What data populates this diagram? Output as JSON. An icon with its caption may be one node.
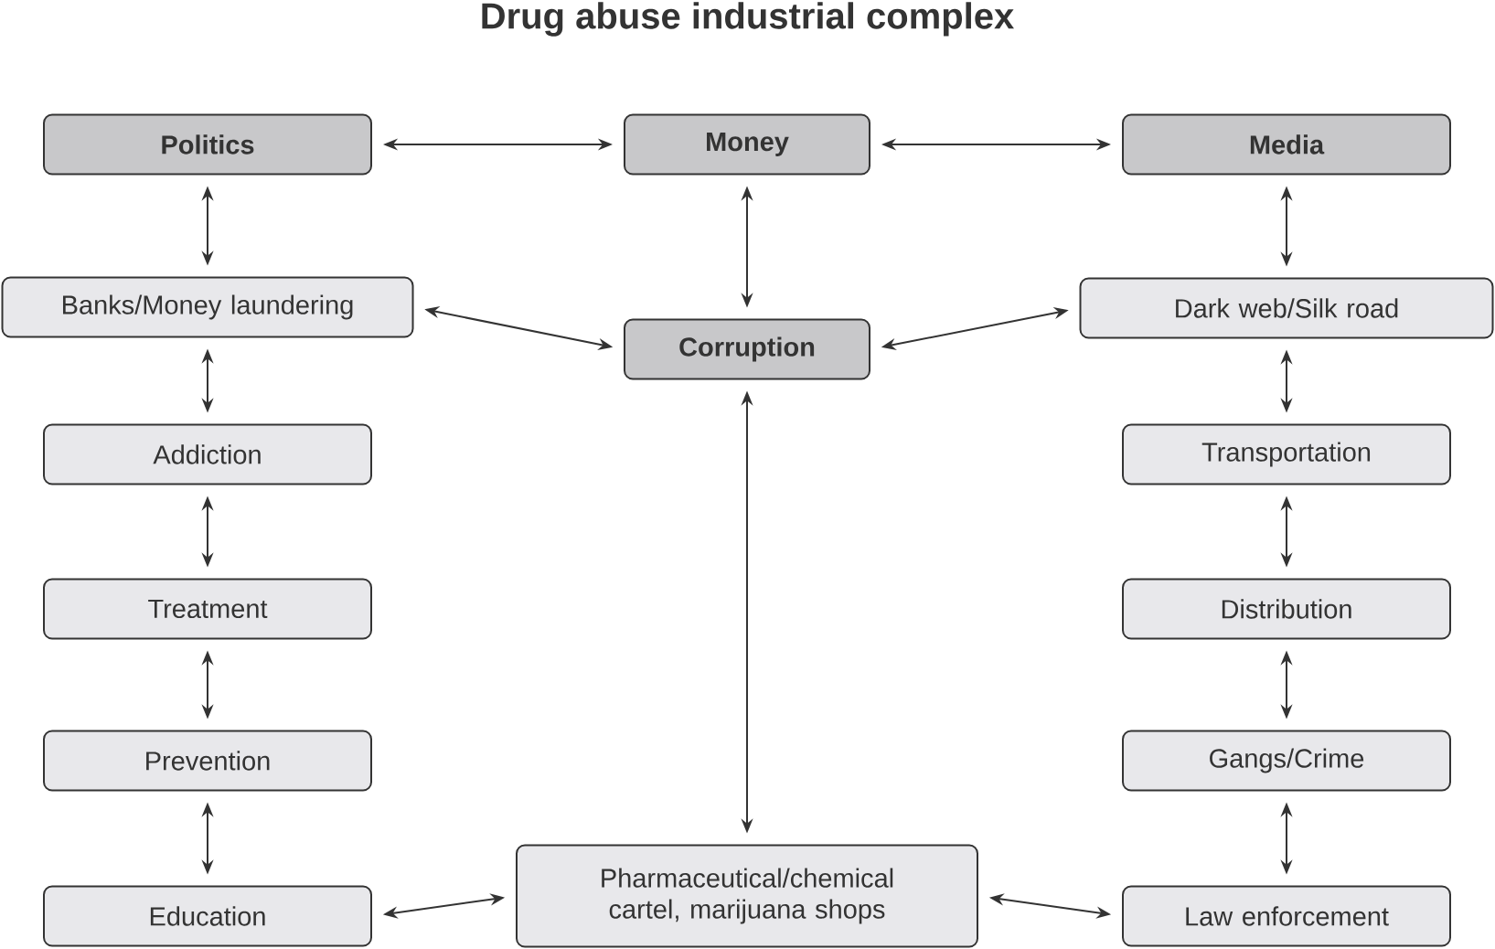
{
  "diagram": {
    "title": "Drug abuse industrial complex",
    "nodes": [
      {
        "text": [
          "Politics"
        ]
      },
      {
        "text": [
          "Money"
        ]
      },
      {
        "text": [
          "Media"
        ]
      },
      {
        "text": [
          "Banks/Money laundering"
        ]
      },
      {
        "text": [
          "Corruption"
        ]
      },
      {
        "text": [
          "Dark web/Silk road"
        ]
      },
      {
        "text": [
          "Addiction"
        ]
      },
      {
        "text": [
          "Transportation"
        ]
      },
      {
        "text": [
          "Treatment"
        ]
      },
      {
        "text": [
          "Distribution"
        ]
      },
      {
        "text": [
          "Prevention"
        ]
      },
      {
        "text": [
          "Gangs/Crime"
        ]
      },
      {
        "text": [
          "Education"
        ]
      },
      {
        "text": [
          "Pharmaceutical/chemical cartel, marijuana shops"
        ]
      },
      {
        "text": [
          "Law enforcement"
        ]
      }
    ],
    "edges": [
      {
        "from": 0,
        "to": 1,
        "arrow": "both"
      },
      {
        "from": 1,
        "to": 2,
        "arrow": "both"
      },
      {
        "from": 0,
        "to": 3,
        "arrow": "both"
      },
      {
        "from": 1,
        "to": 4,
        "arrow": "both"
      },
      {
        "from": 2,
        "to": 5,
        "arrow": "both"
      },
      {
        "from": 3,
        "to": 4,
        "arrow": "both"
      },
      {
        "from": 5,
        "to": 4,
        "arrow": "both"
      },
      {
        "from": 3,
        "to": 6,
        "arrow": "both"
      },
      {
        "from": 6,
        "to": 8,
        "arrow": "both"
      },
      {
        "from": 8,
        "to": 10,
        "arrow": "both"
      },
      {
        "from": 10,
        "to": 12,
        "arrow": "both"
      },
      {
        "from": 5,
        "to": 7,
        "arrow": "both"
      },
      {
        "from": 7,
        "to": 9,
        "arrow": "both"
      },
      {
        "from": 9,
        "to": 11,
        "arrow": "both"
      },
      {
        "from": 11,
        "to": 14,
        "arrow": "both"
      },
      {
        "from": 4,
        "to": 13,
        "arrow": "both"
      },
      {
        "from": 12,
        "to": 13,
        "arrow": "both"
      },
      {
        "from": 14,
        "to": 13,
        "arrow": "both"
      }
    ]
  }
}
